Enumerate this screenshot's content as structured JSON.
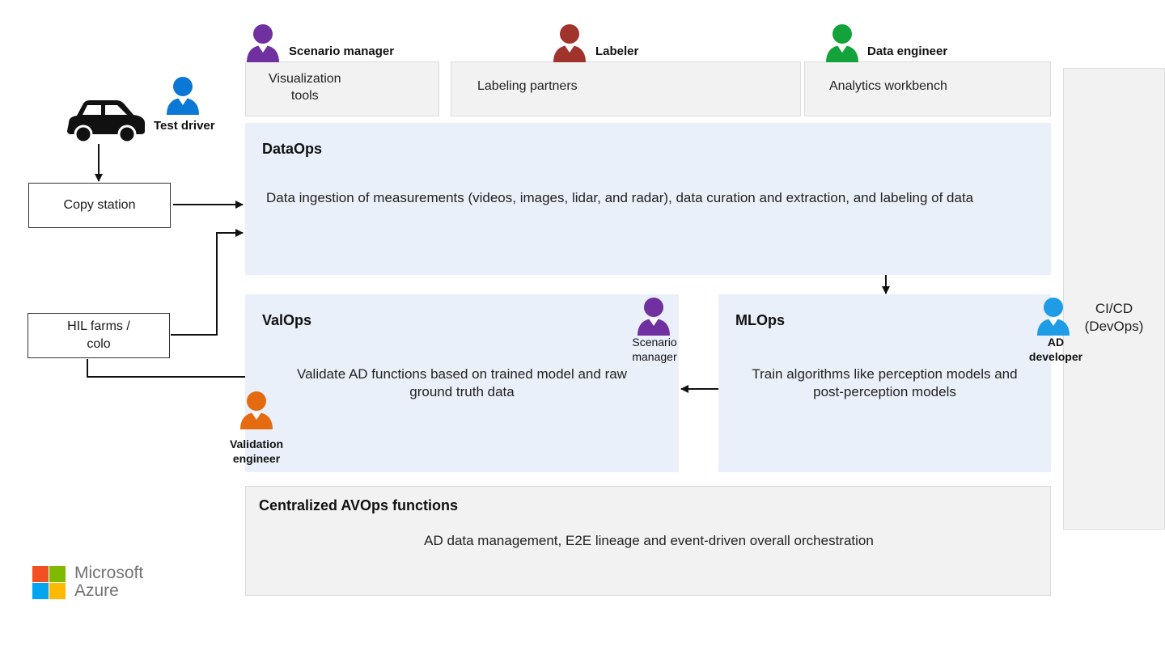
{
  "roles": {
    "scenario_manager_top": "Scenario manager",
    "labeler": "Labeler",
    "data_engineer": "Data engineer",
    "test_driver": "Test driver",
    "scenario_manager_valops_line1": "Scenario",
    "scenario_manager_valops_line2": "manager",
    "ad_developer_line1": "AD",
    "ad_developer_line2": "developer",
    "validation_engineer_line1": "Validation",
    "validation_engineer_line2": "engineer"
  },
  "tools": {
    "visualization_line1": "Visualization",
    "visualization_line2": "tools",
    "labeling_partners": "Labeling partners",
    "analytics_workbench": "Analytics workbench"
  },
  "sources": {
    "copy_station": "Copy station",
    "hil_line1": "HIL farms /",
    "hil_line2": "colo"
  },
  "dataops": {
    "title": "DataOps",
    "description": "Data ingestion of measurements (videos, images, lidar, and radar), data curation and extraction, and labeling of data"
  },
  "valops": {
    "title": "ValOps",
    "description_line1": "Validate AD functions based on trained model and raw",
    "description_line2": "ground truth data"
  },
  "mlops": {
    "title": "MLOps",
    "description_line1": "Train algorithms like perception models and",
    "description_line2": "post-perception models"
  },
  "avops": {
    "title": "Centralized AVOps functions",
    "description": "AD data management, E2E lineage and event-driven overall orchestration"
  },
  "cicd": {
    "line1": "CI/CD",
    "line2": "(DevOps)"
  },
  "logo": {
    "line1": "Microsoft",
    "line2": "Azure",
    "colors": [
      "#f25022",
      "#7fba00",
      "#00a4ef",
      "#ffb900"
    ]
  },
  "colors": {
    "purple": "#7030a0",
    "brown": "#a0342c",
    "green": "#13a33a",
    "blue": "#0a78d4",
    "light_blue": "#1e9ce6",
    "orange": "#e46b10"
  }
}
